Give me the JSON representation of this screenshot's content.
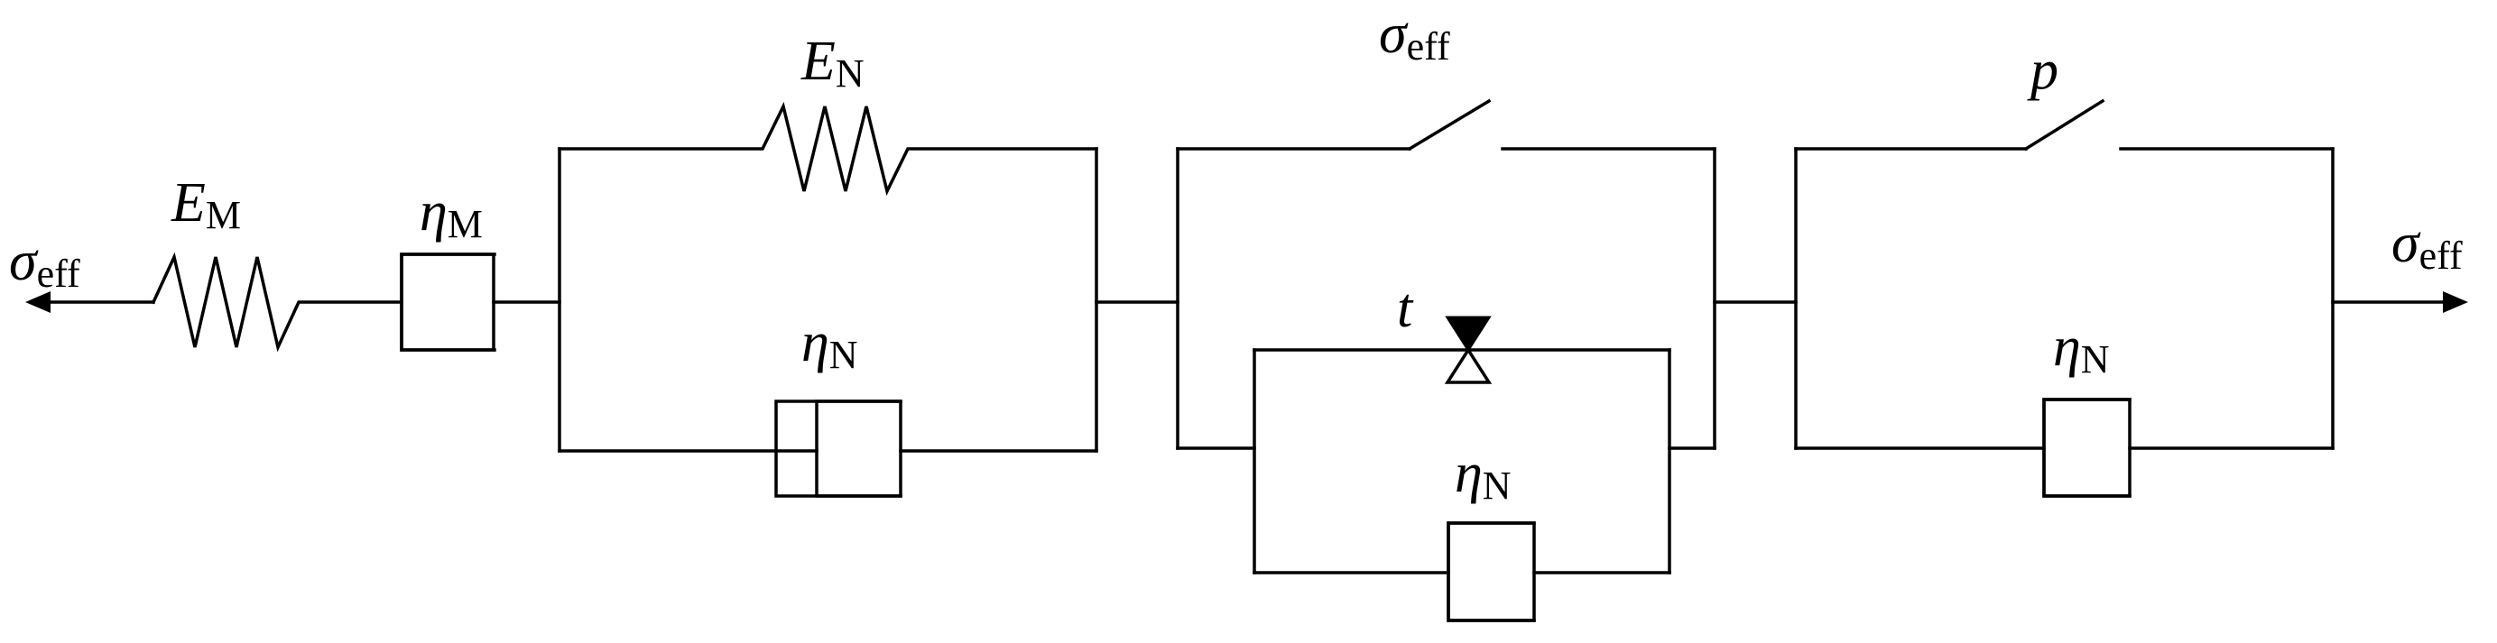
{
  "diagram": {
    "left_stress": {
      "symbol": "σ",
      "subscript": "eff"
    },
    "maxwell_spring": {
      "symbol": "E",
      "subscript": "M"
    },
    "maxwell_dashpot": {
      "symbol": "η",
      "subscript": "M"
    },
    "kelvin_spring": {
      "symbol": "E",
      "subscript": "N"
    },
    "kelvin_dashpot": {
      "symbol": "η",
      "subscript": "N"
    },
    "stress_switch": {
      "symbol": "σ",
      "subscript": "eff"
    },
    "time_valve": {
      "symbol": "t"
    },
    "inner_dashpot": {
      "symbol": "η",
      "subscript": "N"
    },
    "pressure_switch": {
      "symbol": "p"
    },
    "right_dashpot": {
      "symbol": "η",
      "subscript": "N"
    },
    "right_stress": {
      "symbol": "σ",
      "subscript": "eff"
    }
  }
}
